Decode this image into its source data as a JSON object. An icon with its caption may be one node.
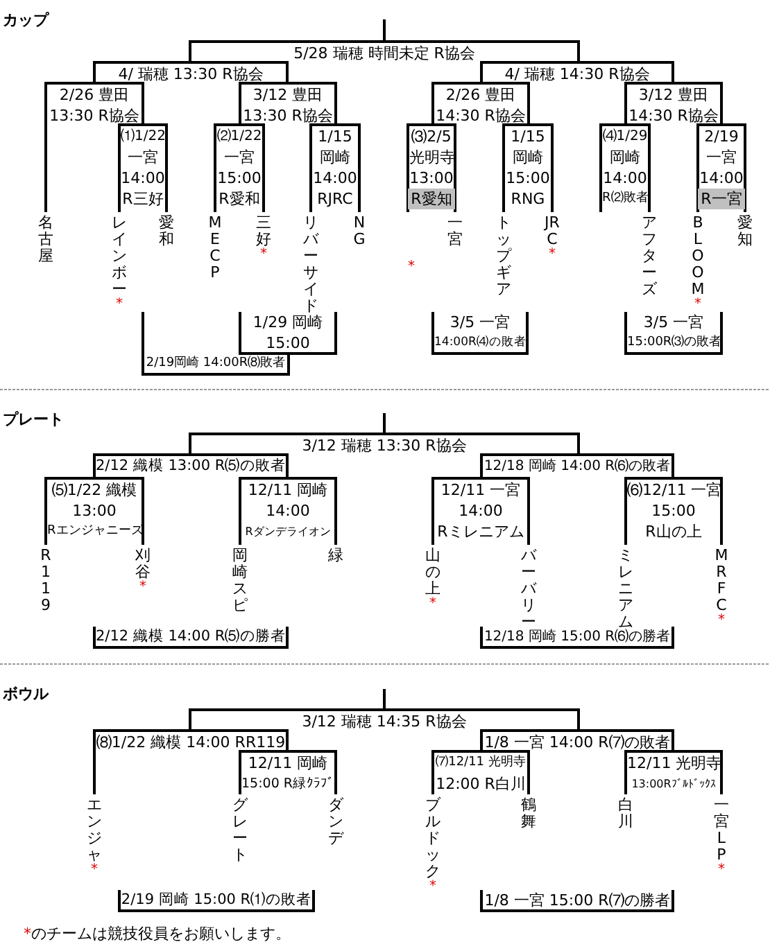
{
  "diagram": {
    "nodes": [
      {
        "text": [
          "5/28 瑞穂 時間未定 R協会"
        ]
      },
      {
        "text": [
          "4/ 瑞穂 13:30 R協会"
        ]
      },
      {
        "text": [
          "2/26 豊田",
          "13:30 R協会"
        ]
      },
      {
        "text": [
          "名古屋"
        ]
      },
      {
        "text": [
          "⑴1/22",
          "一宮",
          "14:00",
          "R三好"
        ]
      },
      {
        "text": [
          "レインボー"
        ],
        "beside": [
          "*"
        ]
      },
      {
        "text": [
          "愛和"
        ]
      },
      {
        "text": [
          "3/12 豊田",
          "13:30 R協会"
        ]
      },
      {
        "text": [
          "⑵1/22",
          "一宮",
          "15:00",
          "R愛和"
        ]
      },
      {
        "text": [
          "MECP"
        ]
      },
      {
        "text": [
          "三好"
        ],
        "beside": [
          "*"
        ]
      },
      {
        "text": [
          "1/15",
          "岡崎",
          "14:00",
          "RJRC"
        ]
      },
      {
        "text": [
          "リバーサイド"
        ]
      },
      {
        "text": [
          "NG"
        ]
      },
      {
        "text": [
          "4/ 瑞穂 14:30 R協会"
        ]
      },
      {
        "text": [
          "2/26 豊田",
          "14:30 R協会"
        ]
      },
      {
        "text": [
          "⑶2/5",
          "光明寺",
          "13:00",
          "R愛知"
        ]
      },
      {
        "text": [
          "一宮"
        ]
      },
      {
        "text": [
          "1/15",
          "岡崎",
          "15:00",
          "RNG"
        ]
      },
      {
        "text": [
          "トップギア"
        ]
      },
      {
        "text": [
          "JRC"
        ],
        "beside": [
          "*"
        ]
      },
      {
        "text": [
          "3/12 豊田",
          "14:30 R協会"
        ]
      },
      {
        "text": [
          "⑷1/29",
          "岡崎",
          "14:00",
          "R⑵敗者"
        ]
      },
      {
        "text": [
          "アフターズ"
        ]
      },
      {
        "text": [
          "2/19",
          "一宮",
          "14:00",
          "R一宮"
        ]
      },
      {
        "text": [
          "BLOOM"
        ],
        "beside": [
          "*"
        ]
      },
      {
        "text": [
          "愛知"
        ]
      },
      {
        "text": [
          "2/19岡崎 14:00R⑻敗者"
        ]
      },
      {
        "text": [
          "1/29 岡崎",
          "15:00"
        ]
      },
      {
        "text": [
          "3/5 一宮",
          "14:00R⑷の敗者"
        ]
      },
      {
        "text": [
          "3/5 一宮",
          "15:00R⑶の敗者"
        ]
      },
      {
        "text": [
          "3/12 瑞穂 13:30 R協会"
        ]
      },
      {
        "text": [
          "2/12 織模 13:00 R⑸の敗者"
        ]
      },
      {
        "text": [
          "⑸1/22 織模",
          "13:00",
          "Rエンジャニーズ"
        ]
      },
      {
        "text": [
          "R119"
        ]
      },
      {
        "text": [
          "刈谷"
        ],
        "beside": [
          "*"
        ]
      },
      {
        "text": [
          "12/11 岡崎",
          "14:00",
          "Rダンデライオン"
        ]
      },
      {
        "text": [
          "岡崎スピ"
        ]
      },
      {
        "text": [
          "緑"
        ]
      },
      {
        "text": [
          "12/18 岡崎 14:00 R⑹の敗者"
        ]
      },
      {
        "text": [
          "12/11 一宮",
          "14:00",
          "Rミレニアム"
        ]
      },
      {
        "text": [
          "山の上"
        ],
        "beside": [
          "*"
        ]
      },
      {
        "text": [
          "バーバリー"
        ]
      },
      {
        "text": [
          "⑹12/11 一宮",
          "15:00",
          "R山の上"
        ]
      },
      {
        "text": [
          "ミレニアム"
        ]
      },
      {
        "text": [
          "MRFC"
        ],
        "beside": [
          "*"
        ]
      },
      {
        "text": [
          "2/12 織模 14:00 R⑸の勝者"
        ]
      },
      {
        "text": [
          "12/18 岡崎 15:00 R⑹の勝者"
        ]
      },
      {
        "text": [
          "3/12 瑞穂 14:35 R協会"
        ]
      },
      {
        "text": [
          "⑻1/22 織模 14:00 RR119"
        ]
      },
      {
        "text": [
          "エンジャ"
        ],
        "beside": [
          "*"
        ]
      },
      {
        "text": [
          "12/11 岡崎",
          "15:00 R緑ｸﾗﾌﾞ"
        ]
      },
      {
        "text": [
          "グレート"
        ]
      },
      {
        "text": [
          "ダンデ"
        ]
      },
      {
        "text": [
          "1/8 一宮 14:00 R⑺の敗者"
        ]
      },
      {
        "text": [
          "⑺12/11 光明寺",
          "12:00 R白川"
        ]
      },
      {
        "text": [
          "ブルドック"
        ],
        "beside": [
          "*"
        ]
      },
      {
        "text": [
          "鶴舞"
        ]
      },
      {
        "text": [
          "12/11 光明寺",
          "13:00Rﾌﾞﾙﾄﾞｯｸｽ"
        ]
      },
      {
        "text": [
          "白川"
        ]
      },
      {
        "text": [
          "一宮LP"
        ],
        "beside": [
          "*"
        ]
      },
      {
        "text": [
          "2/19 岡崎 15:00 R⑴の敗者"
        ]
      },
      {
        "text": [
          "1/8 一宮 15:00 R⑺の勝者"
        ]
      }
    ],
    "edges": [
      {
        "from": 1,
        "to": 0,
        "arrow": "none"
      },
      {
        "from": 14,
        "to": 0,
        "arrow": "none"
      },
      {
        "from": 2,
        "to": 1,
        "arrow": "none"
      },
      {
        "from": 7,
        "to": 1,
        "arrow": "none"
      },
      {
        "from": 3,
        "to": 2,
        "arrow": "none"
      },
      {
        "from": 4,
        "to": 2,
        "arrow": "none"
      },
      {
        "from": 5,
        "to": 4,
        "arrow": "none"
      },
      {
        "from": 6,
        "to": 4,
        "arrow": "none"
      },
      {
        "from": 8,
        "to": 7,
        "arrow": "none"
      },
      {
        "from": 11,
        "to": 7,
        "arrow": "none"
      },
      {
        "from": 9,
        "to": 8,
        "arrow": "none"
      },
      {
        "from": 10,
        "to": 8,
        "arrow": "none"
      },
      {
        "from": 12,
        "to": 11,
        "arrow": "none"
      },
      {
        "from": 13,
        "to": 11,
        "arrow": "none"
      },
      {
        "from": 15,
        "to": 14,
        "arrow": "none"
      },
      {
        "from": 21,
        "to": 14,
        "arrow": "none"
      },
      {
        "from": 16,
        "to": 15,
        "arrow": "none"
      },
      {
        "from": 18,
        "to": 15,
        "arrow": "none"
      },
      {
        "from": null,
        "to": 16,
        "arrow": "none"
      },
      {
        "from": 17,
        "to": 16,
        "arrow": "none"
      },
      {
        "from": 19,
        "to": 18,
        "arrow": "none"
      },
      {
        "from": 20,
        "to": 18,
        "arrow": "none"
      },
      {
        "from": 22,
        "to": 21,
        "arrow": "none"
      },
      {
        "from": 24,
        "to": 21,
        "arrow": "none"
      },
      {
        "from": null,
        "to": 22,
        "arrow": "none"
      },
      {
        "from": 23,
        "to": 22,
        "arrow": "none"
      },
      {
        "from": 25,
        "to": 24,
        "arrow": "none"
      },
      {
        "from": 26,
        "to": 24,
        "arrow": "none"
      },
      {
        "from": 28,
        "to": 27,
        "arrow": "none"
      },
      {
        "from": 32,
        "to": 31,
        "arrow": "none"
      },
      {
        "from": 39,
        "to": 31,
        "arrow": "none"
      },
      {
        "from": 33,
        "to": 32,
        "arrow": "none"
      },
      {
        "from": 36,
        "to": 32,
        "arrow": "none"
      },
      {
        "from": 34,
        "to": 33,
        "arrow": "none"
      },
      {
        "from": 35,
        "to": 33,
        "arrow": "none"
      },
      {
        "from": 37,
        "to": 36,
        "arrow": "none"
      },
      {
        "from": 38,
        "to": 36,
        "arrow": "none"
      },
      {
        "from": 40,
        "to": 39,
        "arrow": "none"
      },
      {
        "from": 43,
        "to": 39,
        "arrow": "none"
      },
      {
        "from": 41,
        "to": 40,
        "arrow": "none"
      },
      {
        "from": 42,
        "to": 40,
        "arrow": "none"
      },
      {
        "from": 44,
        "to": 43,
        "arrow": "none"
      },
      {
        "from": 45,
        "to": 43,
        "arrow": "none"
      },
      {
        "from": 49,
        "to": 48,
        "arrow": "none"
      },
      {
        "from": 54,
        "to": 48,
        "arrow": "none"
      },
      {
        "from": 50,
        "to": 49,
        "arrow": "none"
      },
      {
        "from": 51,
        "to": 49,
        "arrow": "none"
      },
      {
        "from": 52,
        "to": 51,
        "arrow": "none"
      },
      {
        "from": 53,
        "to": 51,
        "arrow": "none"
      },
      {
        "from": 55,
        "to": 54,
        "arrow": "none"
      },
      {
        "from": 58,
        "to": 54,
        "arrow": "none"
      },
      {
        "from": 56,
        "to": 55,
        "arrow": "none"
      },
      {
        "from": 57,
        "to": 55,
        "arrow": "none"
      },
      {
        "from": 59,
        "to": 58,
        "arrow": "none"
      },
      {
        "from": 60,
        "to": 58,
        "arrow": "none"
      }
    ],
    "labels": [
      "カップ",
      "*",
      "プレート",
      "ボウル",
      "*のチームは競技役員をお願いします。"
    ]
  }
}
